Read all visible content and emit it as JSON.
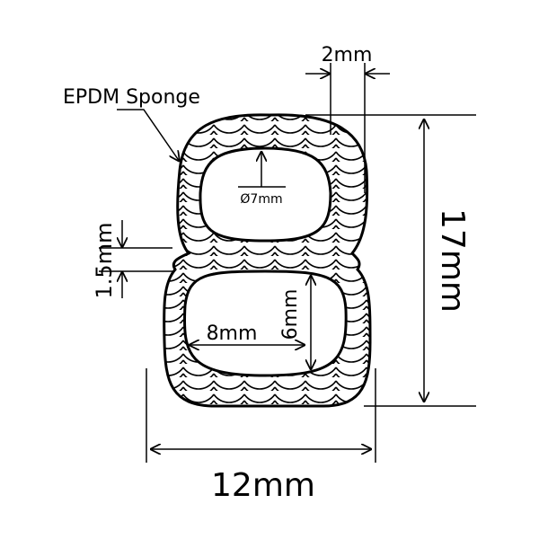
{
  "title_label": "EPDM Sponge",
  "dimensions": {
    "wall_thickness": "2mm",
    "hole_diameter": "Ø7mm",
    "waist_thickness": "1.5mm",
    "lower_hole_width": "8mm",
    "lower_hole_height": "6mm",
    "total_height": "17mm",
    "total_width": "12mm"
  },
  "colors": {
    "stroke": "#000000",
    "background": "#ffffff"
  }
}
